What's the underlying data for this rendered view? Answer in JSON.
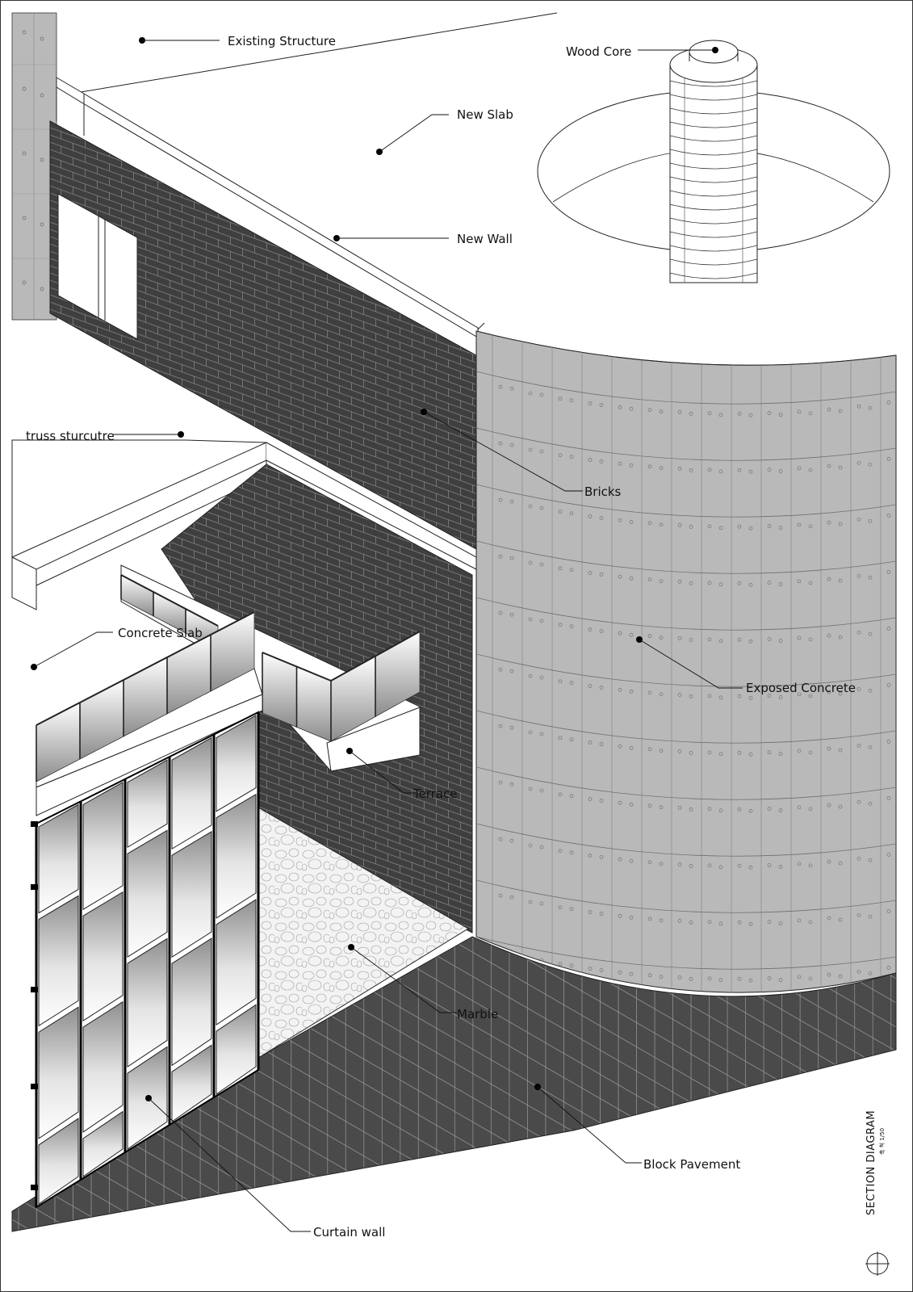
{
  "labels": {
    "existing_structure": "Existing Structure",
    "new_slab": "New Slab",
    "wood_core": "Wood Core",
    "new_wall": "New Wall",
    "truss_structure": "truss sturcutre",
    "bricks": "Bricks",
    "concrete_slab": "Concrete Slab",
    "exposed_concrete": "Exposed Concrete",
    "terrace": "Terrace",
    "marble": "Marble",
    "block_pavement": "Block Pavement",
    "curtain_wall": "Curtain wall"
  },
  "title_block": {
    "title": "SECTION DIAGRAM",
    "scale": "축 척 1/50"
  },
  "colors": {
    "brick": "#3f3f3f",
    "concrete": "#b9b9b9",
    "pavement": "#4a4a4a",
    "marble": "#f3f3f3"
  }
}
